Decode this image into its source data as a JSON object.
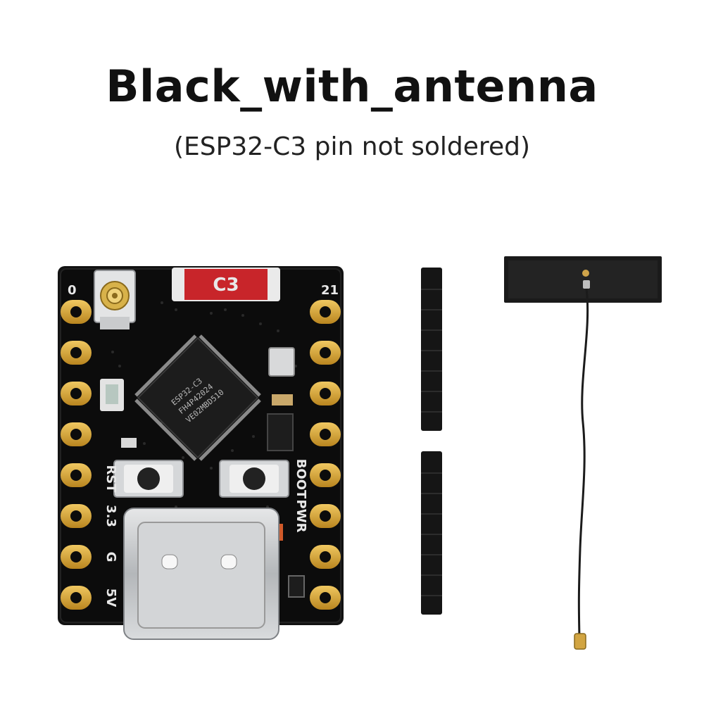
{
  "title": "Black_with_antenna",
  "subtitle": "(ESP32-C3 pin not soldered)",
  "board": {
    "chip_label": "C3",
    "chip_marking": [
      "ESP32-C3",
      "FH4P42024",
      "VE02MBD510"
    ],
    "silkscreen": {
      "pin_left_top": "0",
      "pin_right_top": "21",
      "rst": "RST",
      "boot": "BOOT",
      "v33": "3.3",
      "pwr": "PWR",
      "gnd": "G",
      "v5": "5V"
    }
  },
  "colors": {
    "pcb": "#111111",
    "gold_pad": "#d4a13a",
    "red_chip": "#c8252a",
    "metal": "#c9cbcd"
  }
}
